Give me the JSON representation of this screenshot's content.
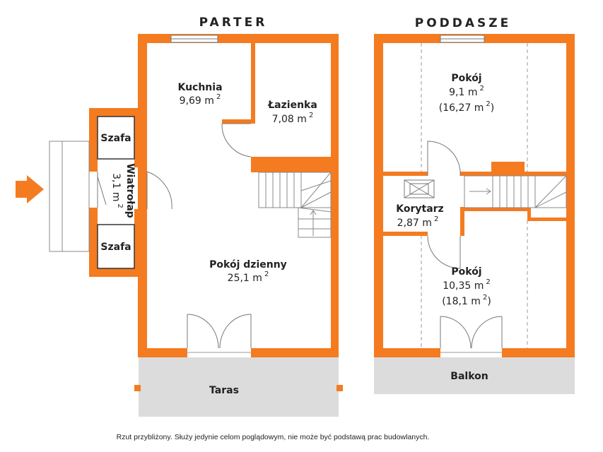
{
  "titles": {
    "parter": "PARTER",
    "poddasze": "PODDASZE"
  },
  "parter": {
    "kuchnia": {
      "name": "Kuchnia",
      "area": "9,69 m",
      "sup": "2"
    },
    "lazienka": {
      "name": "Łazienka",
      "area": "7,08 m",
      "sup": "2"
    },
    "pokoj_dzienny": {
      "name": "Pokój dzienny",
      "area": "25,1 m",
      "sup": "2"
    },
    "wiatrolap": {
      "name": "Wiatrołap",
      "area": "3,1 m",
      "sup": "2"
    },
    "szafa_top": "Szafa",
    "szafa_bottom": "Szafa",
    "taras": "Taras"
  },
  "poddasze": {
    "pokoj_top": {
      "name": "Pokój",
      "area": "9,1 m",
      "sup": "2",
      "area2_open": "(16,27 m",
      "area2_sup": "2",
      "area2_close": ")"
    },
    "korytarz": {
      "name": "Korytarz",
      "area": "2,87 m",
      "sup": "2"
    },
    "pokoj_bottom": {
      "name": "Pokój",
      "area": "10,35 m",
      "sup": "2",
      "area2_open": "(18,1 m",
      "area2_sup": "2",
      "area2_close": ")"
    },
    "balkon": "Balkon"
  },
  "footer": {
    "note": "Rzut przybliżony. Służy jedynie celom poglądowym, nie może być podstawą prac budowlanych."
  },
  "colors": {
    "wall": "#f47b20",
    "terrace": "#dcdcdc",
    "line": "#555555"
  }
}
